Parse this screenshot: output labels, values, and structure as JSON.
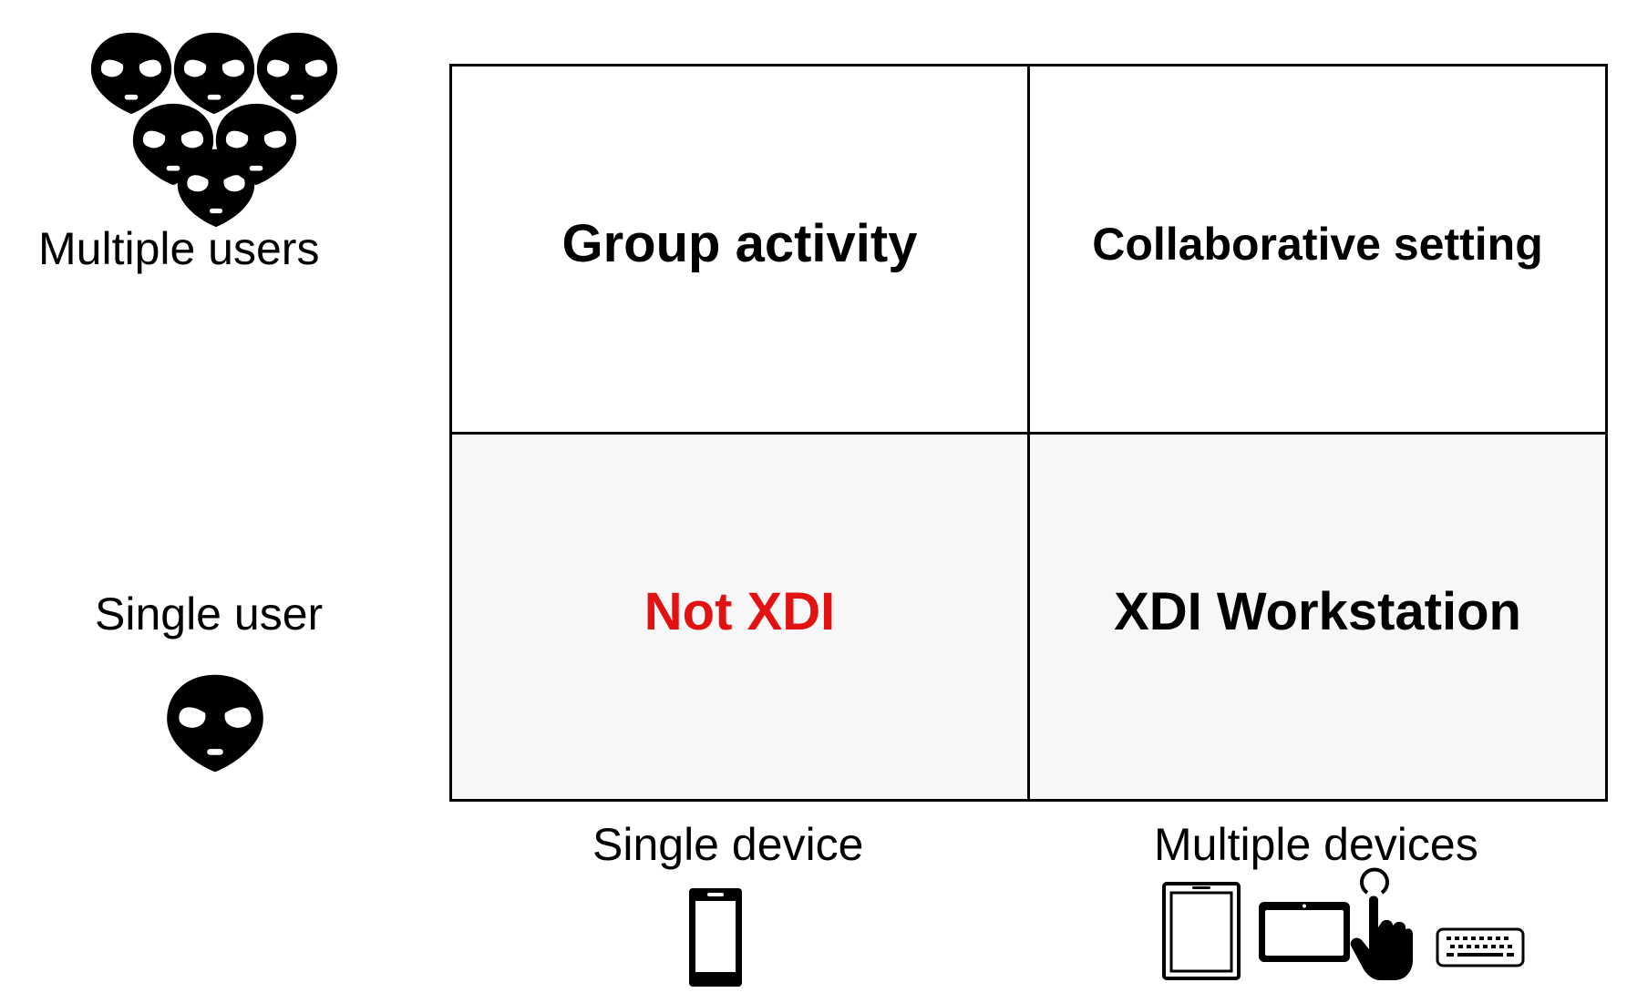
{
  "axes": {
    "y_top_label": "Multiple users",
    "y_bottom_label": "Single user",
    "x_left_label": "Single device",
    "x_right_label": "Multiple devices"
  },
  "cells": {
    "top_left": "Group activity",
    "top_right": "Collaborative setting",
    "bottom_left": "Not XDI",
    "bottom_right": "XDI Workstation"
  },
  "colors": {
    "highlight": "#e31212",
    "shaded_row": "#f7f7f7",
    "ink": "#000000"
  },
  "icons": {
    "group": "alien-group-icon",
    "single": "alien-head-icon",
    "phone": "smartphone-icon",
    "tablet": "tablet-icon",
    "landscape_tablet": "landscape-tablet-icon",
    "touch": "pointing-hand-icon",
    "keyboard": "keyboard-icon"
  }
}
